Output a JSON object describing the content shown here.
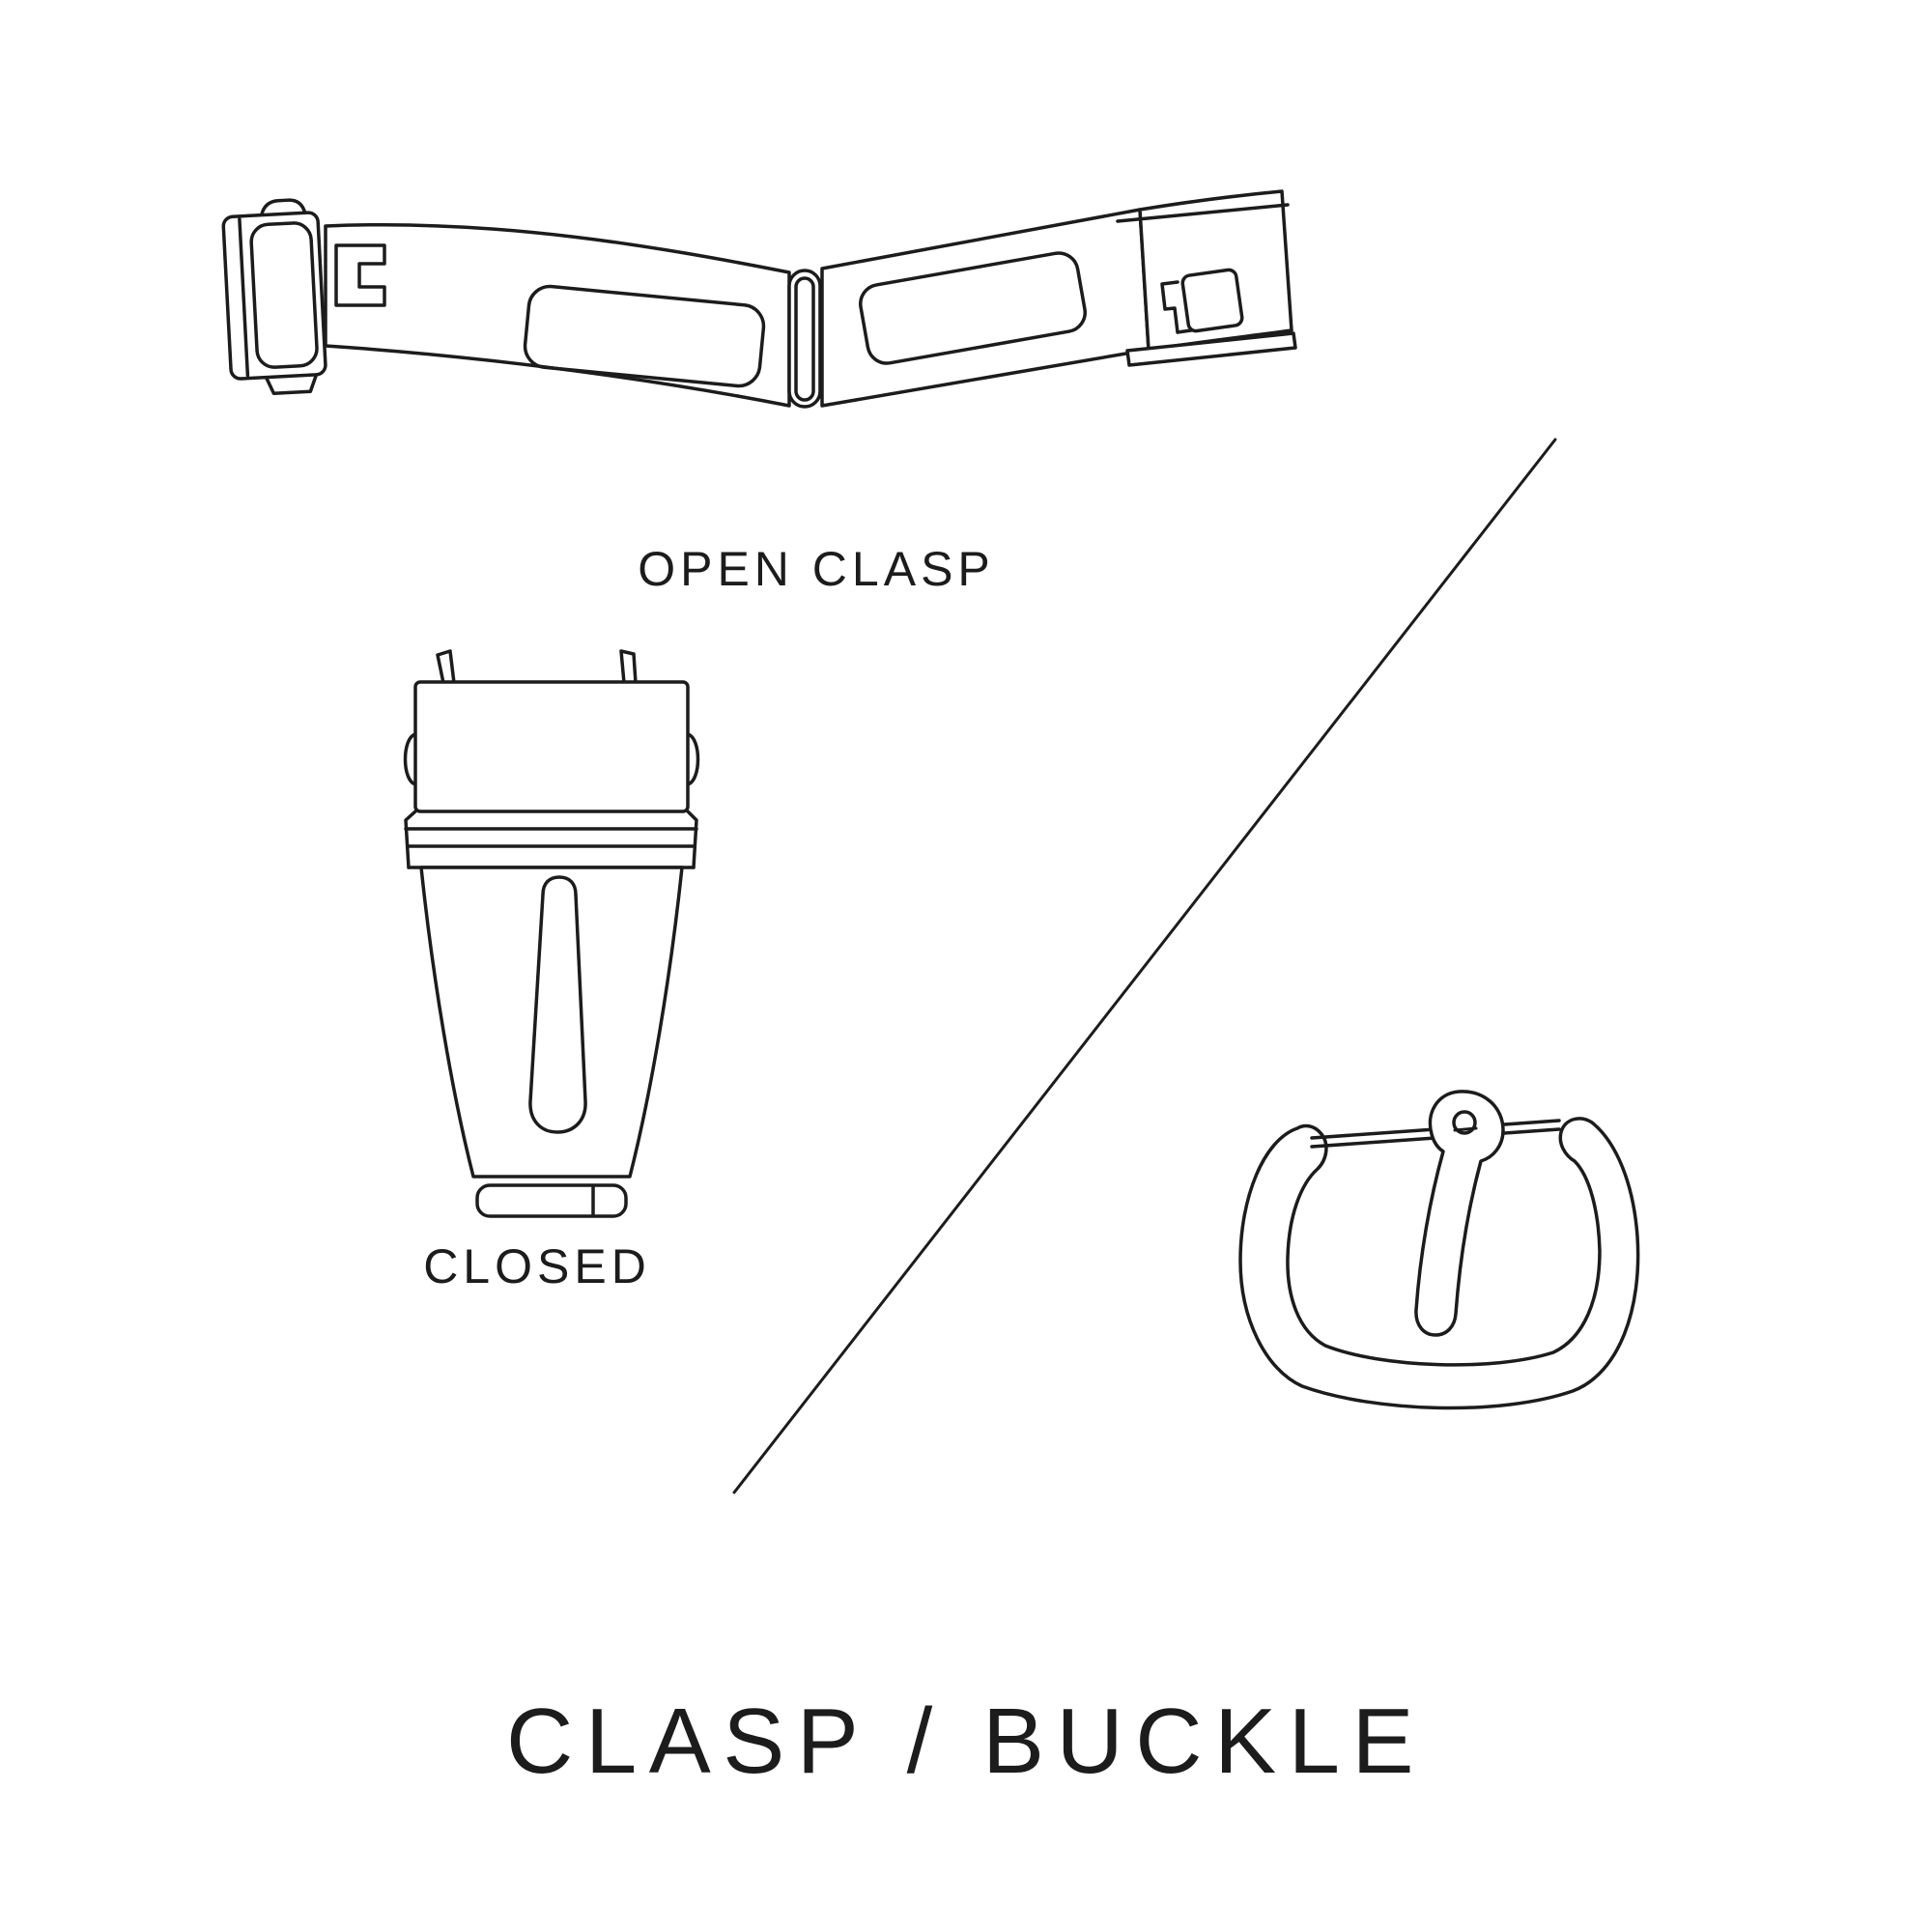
{
  "page": {
    "title": "CLASP / BUCKLE",
    "background_color": "#ffffff",
    "ink_color": "#1c1c1c"
  },
  "figures": {
    "open_clasp_label": "OPEN CLASP",
    "closed_clasp_label": "CLOSED"
  },
  "illustrations": {
    "open_clasp": "open-clasp-illustration",
    "closed_clasp": "closed-clasp-illustration",
    "pin_buckle": "pin-buckle-illustration",
    "divider": "diagonal-divider-line"
  }
}
